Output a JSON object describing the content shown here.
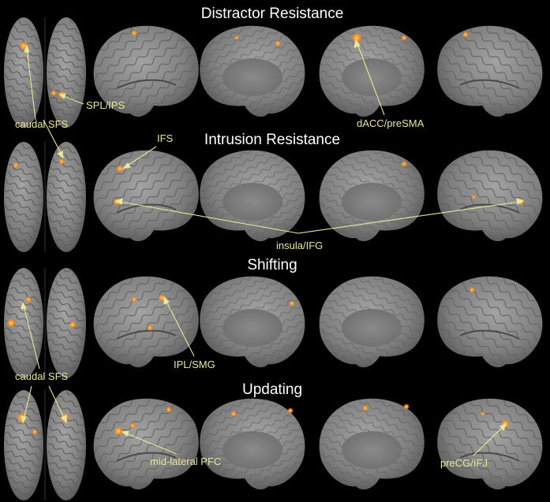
{
  "rows": [
    {
      "title": "Distractor Resistance"
    },
    {
      "title": "Intrusion Resistance"
    },
    {
      "title": "Shifting"
    },
    {
      "title": "Updating"
    }
  ],
  "annotations": {
    "caudal_sfs_1": "caudal SFS",
    "spl_ips": "SPL/IPS",
    "dacc_presma": "dACC/preSMA",
    "ifs": "IFS",
    "insula_ifg": "insula/IFG",
    "ipl_smg": "IPL/SMG",
    "caudal_sfs_2": "caudal SFS",
    "mid_lateral_pfc": "mid-lateral PFC",
    "precg_ifj": "preCG/IFJ"
  },
  "colors": {
    "background": "#000000",
    "cortex": "#7d7d7d",
    "activation": "#ff8a1e",
    "annotation_text": "#e9e79a",
    "title_text": "#ffffff"
  }
}
